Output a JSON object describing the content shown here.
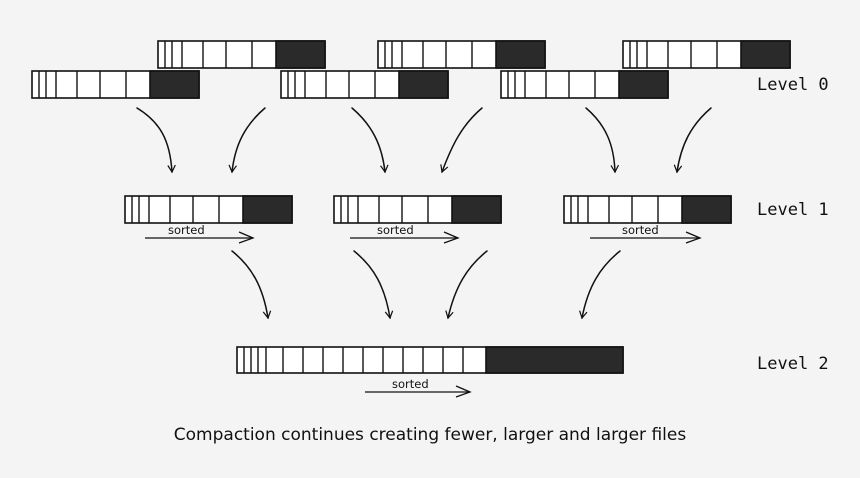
{
  "levels": [
    "Level 0",
    "Level 1",
    "Level 2"
  ],
  "sorted_label": "sorted",
  "caption": "Compaction continues creating fewer, larger and larger files",
  "colors": {
    "background": "#f4f4f4",
    "ink": "#111111",
    "fill_dark": "#2a2a2a",
    "cell": "#ffffff"
  }
}
